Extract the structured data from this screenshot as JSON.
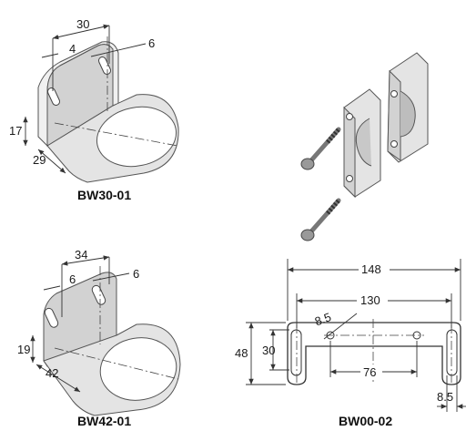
{
  "parts": [
    {
      "caption": "BW30-01",
      "dims": {
        "top": "30",
        "slot_left": "4",
        "slot_right": "6",
        "height": "17",
        "depth": "29"
      }
    },
    {
      "caption": "BW42-01",
      "dims": {
        "top": "34",
        "slot_left": "6",
        "slot_right": "6",
        "height": "19",
        "depth": "42"
      }
    },
    {
      "caption": "BW00-02",
      "dims": {
        "overall": "148",
        "holes": "130",
        "hole_dia": "8.5",
        "height": "48",
        "inner": "30",
        "center": "76",
        "slot": "8.5"
      }
    }
  ]
}
